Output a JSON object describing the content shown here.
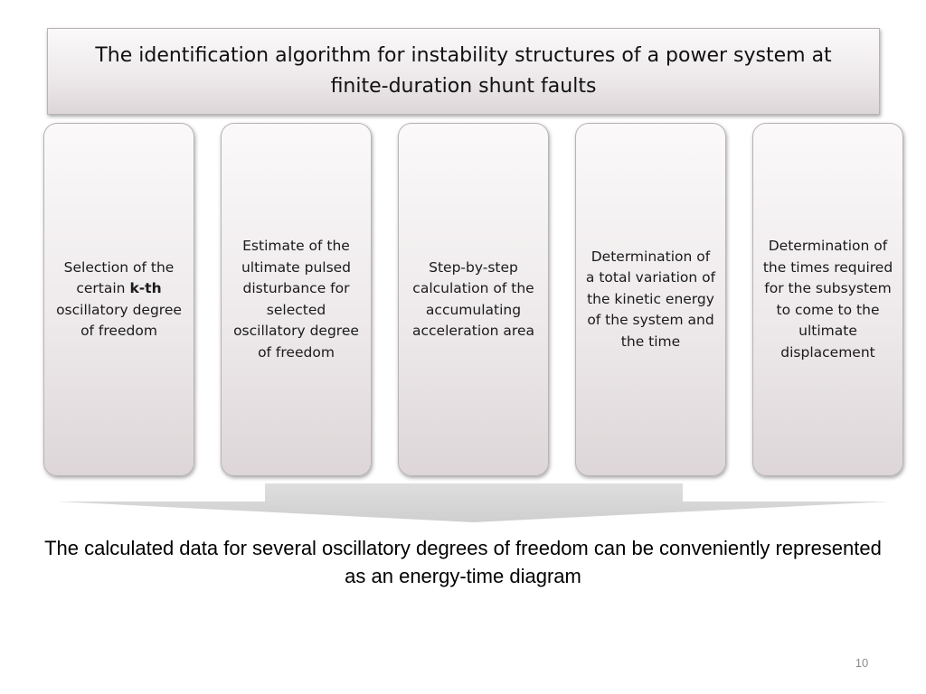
{
  "header": {
    "title": "The identification algorithm for instability structures of a power system at finite-duration shunt faults"
  },
  "steps": [
    {
      "text_before": "Selection of the certain ",
      "text_bold": "k-th",
      "text_after": " oscillatory degree of freedom"
    },
    {
      "text_before": "Estimate of the ultimate pulsed disturbance for selected oscillatory degree of freedom",
      "text_bold": "",
      "text_after": ""
    },
    {
      "text_before": "Step-by-step calculation of the accumulating acceleration area",
      "text_bold": "",
      "text_after": ""
    },
    {
      "text_before": "Determination of a total variation of the kinetic energy of the system and the time",
      "text_bold": "",
      "text_after": ""
    },
    {
      "text_before": "Determination of the times required for the subsystem to come to the ultimate displacement",
      "text_bold": "",
      "text_after": ""
    }
  ],
  "conclusion": {
    "text": "The calculated data for several oscillatory degrees of freedom can be conveniently represented as an energy-time diagram"
  },
  "footer": {
    "page_number": "10"
  },
  "colors": {
    "card_top": "#fbf9fa",
    "card_bottom": "#ddd6d8",
    "card_border": "#b9b3b5",
    "arrow_fill": "#d9d9d9",
    "page_number": "#8c8c8c"
  }
}
